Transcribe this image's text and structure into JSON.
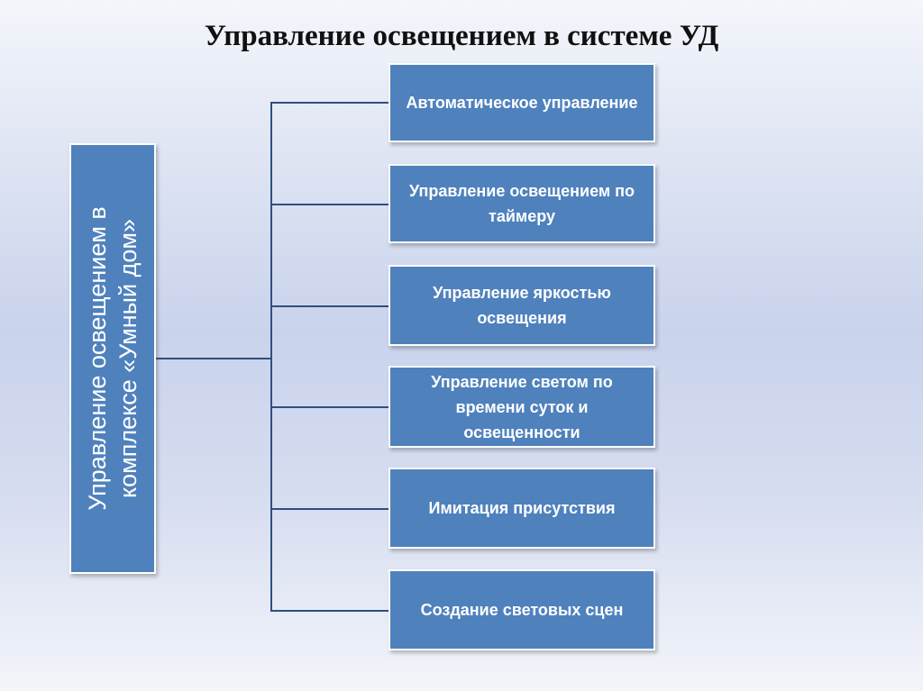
{
  "title": "Управление освещением в системе УД",
  "root": {
    "label": "Управление освещением в комплексе «Умный дом»"
  },
  "items": [
    {
      "label": "Автоматическое управление"
    },
    {
      "label": "Управление освещением по таймеру"
    },
    {
      "label": "Управление яркостью освещения"
    },
    {
      "label": "Управление светом по времени суток и освещенности"
    },
    {
      "label": "Имитация присутствия"
    },
    {
      "label": "Создание световых сцен"
    }
  ],
  "colors": {
    "box_fill": "#4f81bd",
    "box_border": "#ffffff",
    "connector": "#2f4f80",
    "title_text": "#111111"
  }
}
